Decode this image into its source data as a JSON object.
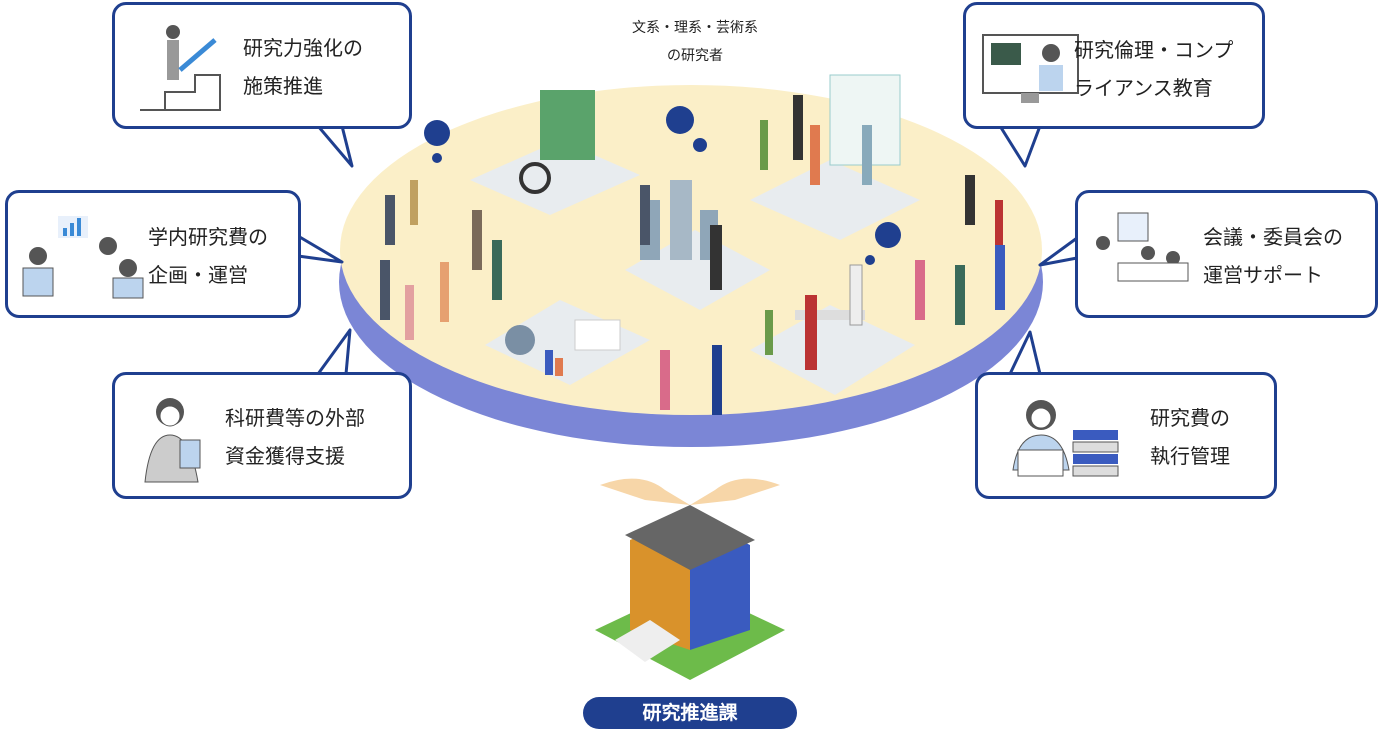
{
  "center_caption": {
    "line1": "文系・理系・芸術系",
    "line2": "の研究者"
  },
  "boxes": [
    {
      "id": "policy",
      "line1": "研究力強化の",
      "line2": "施策推進",
      "icon": "stairs-climb-icon"
    },
    {
      "id": "internal-funds",
      "line1": "学内研究費の",
      "line2": "企画・運営",
      "icon": "meeting-chart-icon"
    },
    {
      "id": "external-funds",
      "line1": "科研費等の外部",
      "line2": "資金獲得支援",
      "icon": "calculator-person-icon"
    },
    {
      "id": "ethics",
      "line1": "研究倫理・コンプ",
      "line2": "ライアンス教育",
      "icon": "online-lecture-icon"
    },
    {
      "id": "committee",
      "line1": "会議・委員会の",
      "line2": "運営サポート",
      "icon": "committee-meeting-icon"
    },
    {
      "id": "execution",
      "line1": "研究費の",
      "line2": "執行管理",
      "icon": "laptop-documents-icon"
    }
  ],
  "footer_label": "研究推進課",
  "colors": {
    "navy": "#1f3f8f",
    "platform_top": "#fbefc8",
    "platform_side": "#7b86d6"
  }
}
